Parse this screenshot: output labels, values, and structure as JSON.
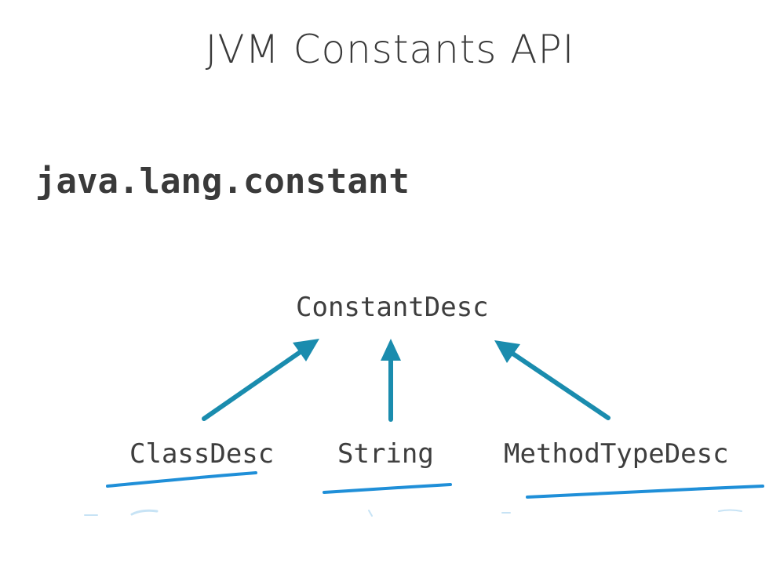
{
  "slide": {
    "title": "JVM Constants API",
    "package": "java.lang.constant"
  },
  "diagram": {
    "root": "ConstantDesc",
    "children": [
      "ClassDesc",
      "String",
      "MethodTypeDesc"
    ],
    "colors": {
      "arrow": "#1a8cae",
      "underline": "#1f8fd8",
      "text": "#3e3e3e"
    }
  }
}
